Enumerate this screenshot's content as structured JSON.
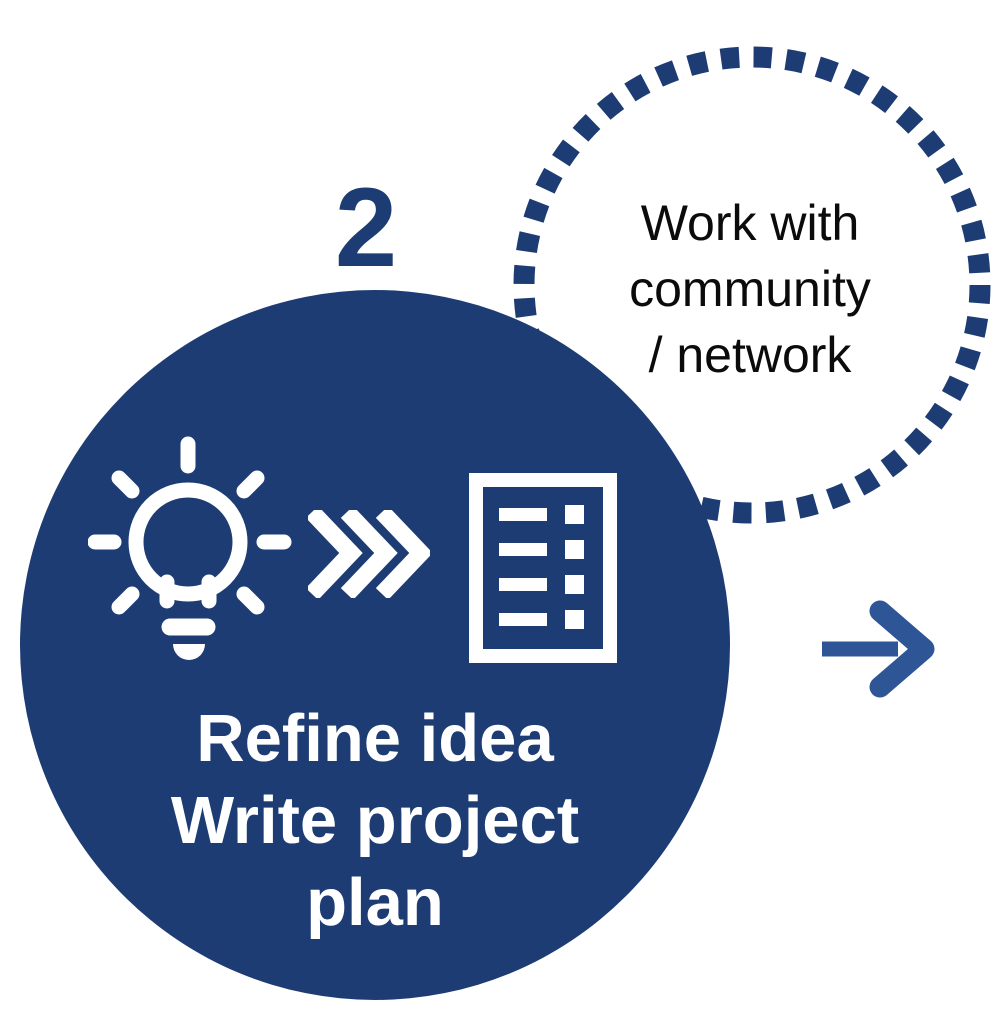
{
  "diagram": {
    "type": "process-step-infographic",
    "step_circle": {
      "number": "2",
      "label_line1": "Refine idea",
      "label_line2": "Write project",
      "label_line3": "plan",
      "icons": [
        "idea-lightbulb-icon",
        "triple-chevron-right-icon",
        "project-plan-document-icon"
      ]
    },
    "community_bubble": {
      "line1": "Work with",
      "line2": "community",
      "line3": "/ network",
      "border_style": "dashed"
    },
    "next_arrow": "right-arrow-icon"
  },
  "colors": {
    "navy": "#1d3c74",
    "arrow_blue": "#2e5596",
    "bubble_text": "#0b0b0b",
    "icon_white": "#ffffff",
    "background": "#ffffff"
  }
}
